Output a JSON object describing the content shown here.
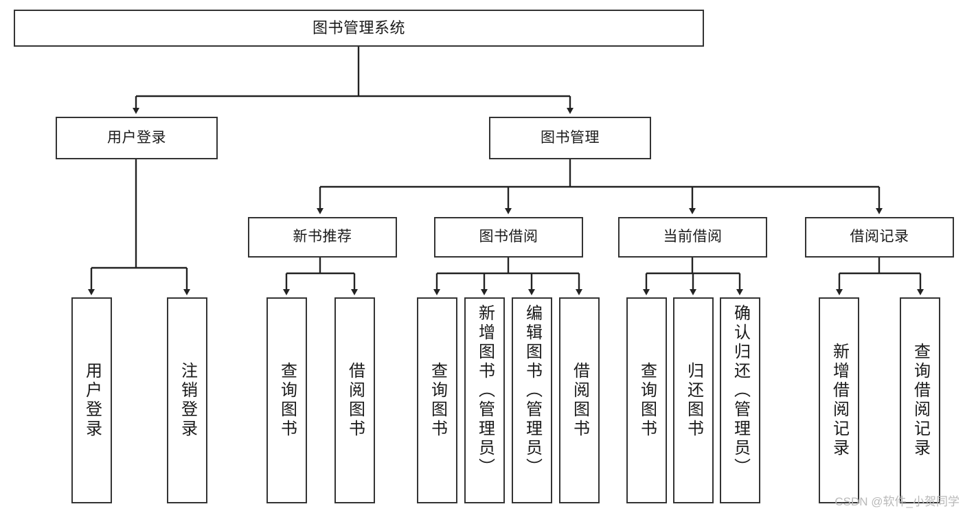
{
  "diagram": {
    "title": "图书管理系统",
    "type": "tree-hierarchy",
    "colors": {
      "background": "#ffffff",
      "box_border": "#333333",
      "box_fill": "#ffffff",
      "connector": "#222222",
      "text": "#1a1a1a",
      "watermark": "#b9b9b9"
    }
  },
  "root": {
    "label": "图书管理系统"
  },
  "level2": [
    {
      "label": "用户登录"
    },
    {
      "label": "图书管理"
    }
  ],
  "level3": [
    {
      "label": "新书推荐"
    },
    {
      "label": "图书借阅"
    },
    {
      "label": "当前借阅"
    },
    {
      "label": "借阅记录"
    }
  ],
  "leaves": {
    "user_login": [
      {
        "label": "用户登录"
      },
      {
        "label": "注销登录"
      }
    ],
    "new_book_recommend": [
      {
        "label": "查询图书"
      },
      {
        "label": "借阅图书"
      }
    ],
    "book_borrow": [
      {
        "label": "查询图书"
      },
      {
        "label": "新增图书（管理员）"
      },
      {
        "label": "编辑图书（管理员）"
      },
      {
        "label": "借阅图书"
      }
    ],
    "current_borrow": [
      {
        "label": "查询图书"
      },
      {
        "label": "归还图书"
      },
      {
        "label": "确认归还（管理员）"
      }
    ],
    "borrow_record": [
      {
        "label": "新增借阅记录"
      },
      {
        "label": "查询借阅记录"
      }
    ]
  },
  "watermark": {
    "text": "CSDN @软件_小贺同学"
  }
}
